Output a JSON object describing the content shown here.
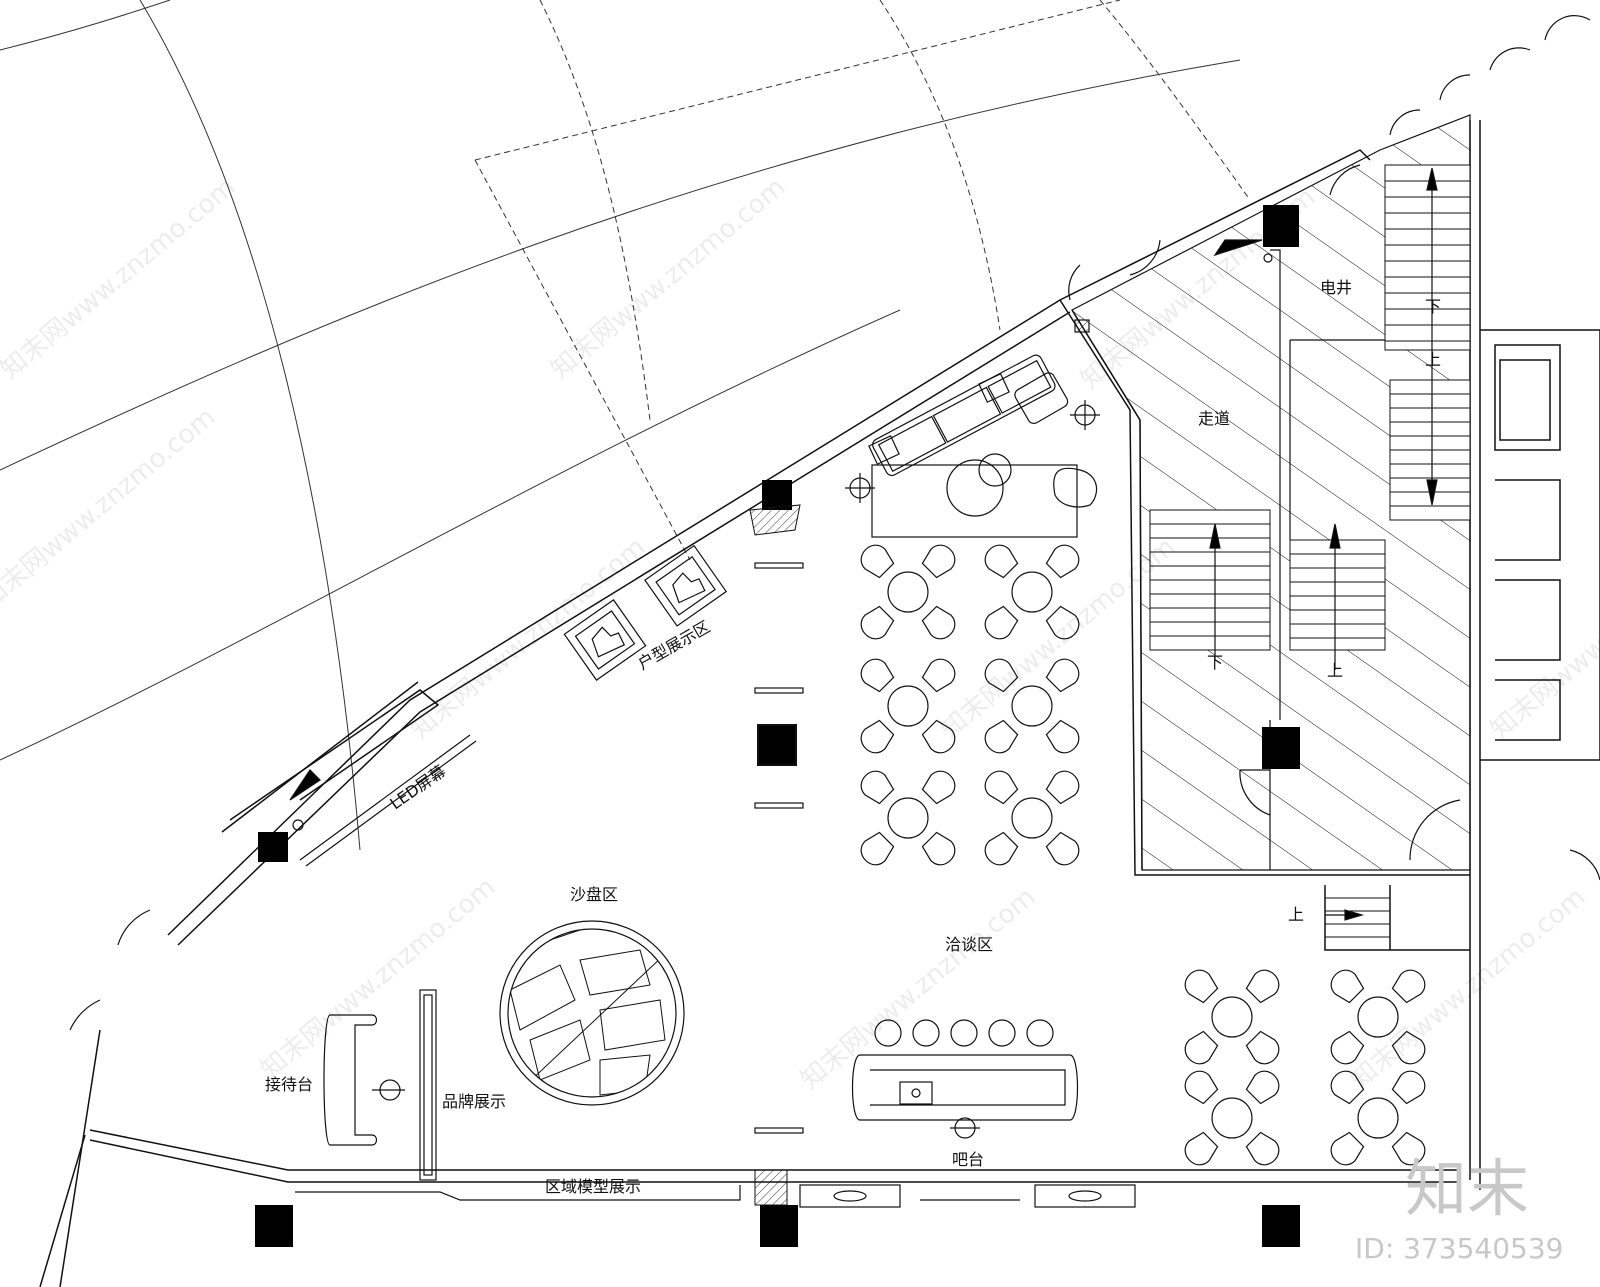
{
  "labels": {
    "led_screen": "LED屏幕",
    "unit_display": "户型展示区",
    "sand_table": "沙盘区",
    "negotiation": "洽谈区",
    "reception": "接待台",
    "brand_display": "品牌展示",
    "regional_model": "区域模型展示",
    "bar": "吧台",
    "corridor": "走道",
    "electrical_shaft": "电井",
    "up": "上",
    "down": "下"
  },
  "watermark": {
    "text": "知末网www.znzmo.com",
    "brand": "知末",
    "id": "ID: 373540539"
  },
  "colors": {
    "line": "#111111",
    "column": "#000000",
    "background": "#ffffff",
    "watermark": "#c8c8c8"
  }
}
